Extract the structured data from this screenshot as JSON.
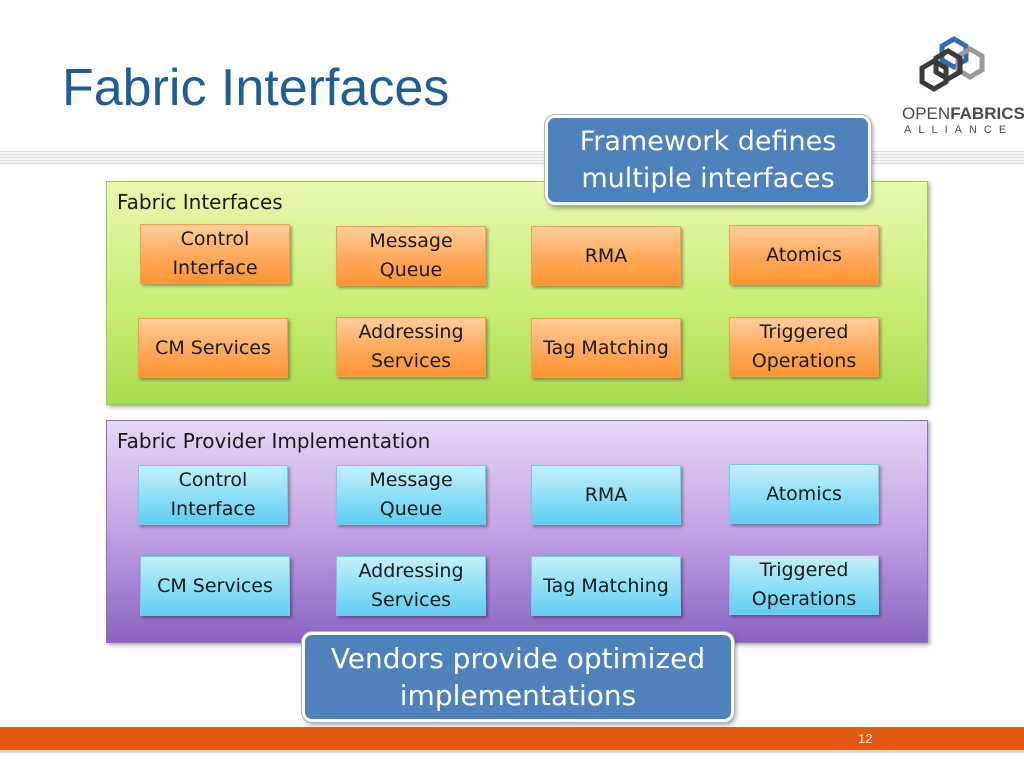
{
  "slide": {
    "title": "Fabric Interfaces",
    "page_number": "12"
  },
  "logo": {
    "name_part1": "OPEN",
    "name_part2": "FABRICS",
    "subtitle": "ALLIANCE",
    "colors": {
      "hex_dark": "#3a3a3a",
      "hex_blue": "#2e6db4",
      "hex_gray": "#9a9a9a"
    }
  },
  "callouts": {
    "top": "Framework defines multiple interfaces",
    "bottom": "Vendors provide optimized implementations"
  },
  "fabric_interfaces": {
    "label": "Fabric Interfaces",
    "boxes": [
      "Control Interface",
      "Message Queue",
      "RMA",
      "Atomics",
      "CM Services",
      "Addressing Services",
      "Tag Matching",
      "Triggered Operations"
    ]
  },
  "provider_implementation": {
    "label": "Fabric Provider Implementation",
    "boxes": [
      "Control Interface",
      "Message Queue",
      "RMA",
      "Atomics",
      "CM Services",
      "Addressing Services",
      "Tag Matching",
      "Triggered Operations"
    ]
  },
  "colors": {
    "title": "#1f5d96",
    "callout": "#4f81bd",
    "footer": "#e35a12",
    "green_panel": "#c6ec6f",
    "purple_panel": "#a37fd2",
    "orange_box": "#ffab60",
    "cyan_box": "#8fe0f6"
  }
}
